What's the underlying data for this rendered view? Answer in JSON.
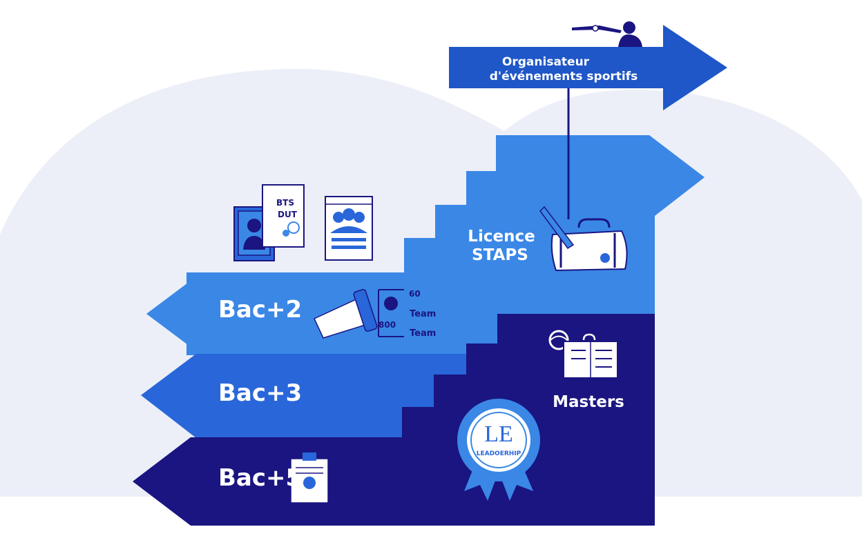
{
  "career_path": {
    "goal": {
      "line1": "Organisateur",
      "line2": "d'événements sportifs"
    },
    "steps": [
      {
        "label": "Bac+2"
      },
      {
        "label": "Bac+3"
      },
      {
        "label": "Bac+5"
      }
    ],
    "licence": {
      "line1": "Licence",
      "line2": "STAPS"
    },
    "masters": "Masters"
  },
  "documents": {
    "line1": "BTS",
    "line2": "DUT"
  },
  "schedule_card": {
    "num1": "60",
    "num2": "800",
    "team1": "Team",
    "team2": "Team"
  },
  "badge": {
    "initials": "LE",
    "caption": "LEADOERHIP"
  },
  "colors": {
    "background_arc": "#eceff8",
    "bright_blue": "#3a87e6",
    "mid_blue": "#2966d9",
    "deep_blue": "#1f56c8",
    "navy": "#1a1580",
    "white": "#ffffff"
  }
}
